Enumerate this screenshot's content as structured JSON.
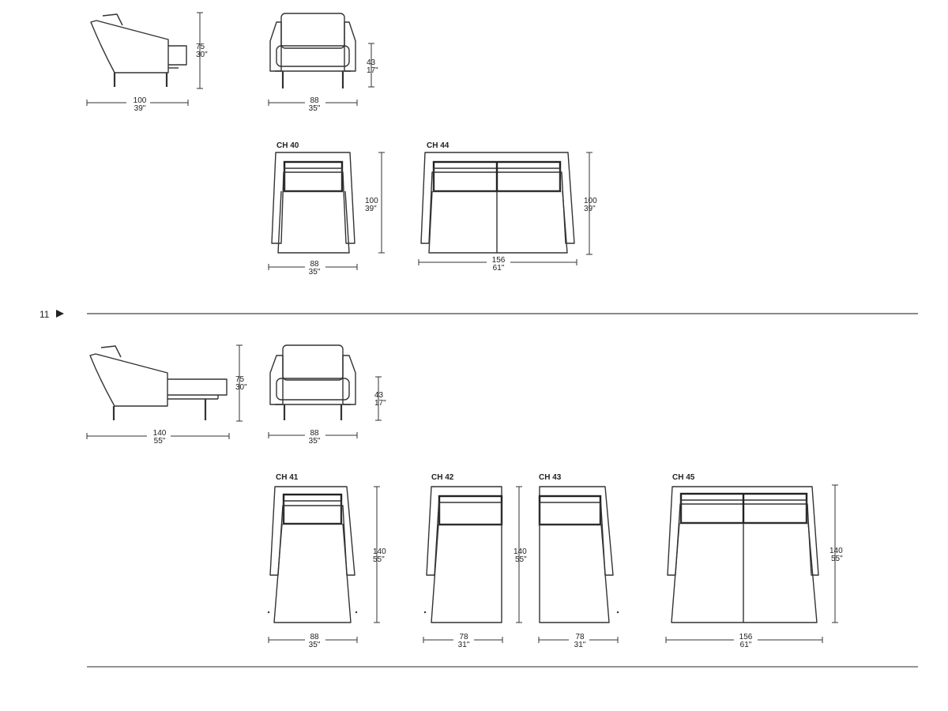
{
  "page": {
    "number": "11"
  },
  "row1": {
    "side_depth": "100",
    "side_depth_in": "39\"",
    "side_height": "75",
    "side_height_in": "30\"",
    "front_width": "88",
    "front_width_in": "35\"",
    "seat_height": "43",
    "seat_height_in": "17\""
  },
  "row2": {
    "ch40": {
      "label": "CH 40",
      "width": "88",
      "width_in": "35\"",
      "depth": "100",
      "depth_in": "39\""
    },
    "ch44": {
      "label": "CH 44",
      "width": "156",
      "width_in": "61\"",
      "depth": "100",
      "depth_in": "39\""
    }
  },
  "row3": {
    "side_depth": "140",
    "side_depth_in": "55\"",
    "side_height": "75",
    "side_height_in": "30\"",
    "front_width": "88",
    "front_width_in": "35\"",
    "seat_height": "43",
    "seat_height_in": "17\""
  },
  "row4": {
    "ch41": {
      "label": "CH 41",
      "width": "88",
      "width_in": "35\"",
      "depth": "140",
      "depth_in": "55\""
    },
    "ch42": {
      "label": "CH 42",
      "width": "78",
      "width_in": "31\"",
      "depth": "140",
      "depth_in": "55\""
    },
    "ch43": {
      "label": "CH 43",
      "width": "78",
      "width_in": "31\""
    },
    "ch45": {
      "label": "CH 45",
      "width": "156",
      "width_in": "61\"",
      "depth": "140",
      "depth_in": "55\""
    }
  },
  "colors": {
    "line": "#333333",
    "separator": "#8a8a8a"
  }
}
